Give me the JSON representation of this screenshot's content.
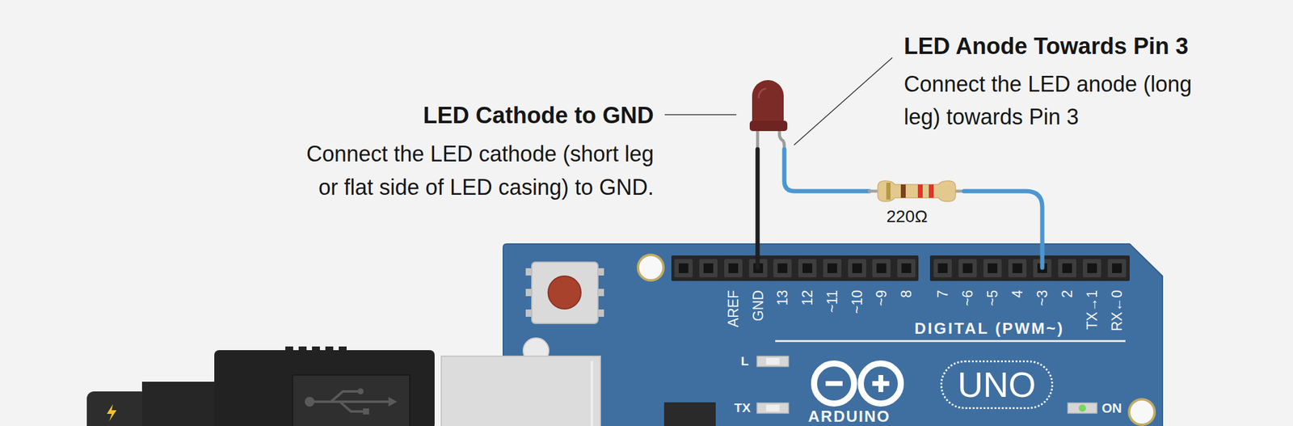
{
  "diagram": {
    "nodes": [
      {
        "text": [
          "AREF",
          "GND",
          "13",
          "12",
          "~11",
          "~10",
          "~9",
          "8",
          "7",
          "~6",
          "~5",
          "4",
          "~3",
          "2",
          "TX→1",
          "RX←0",
          "DIGITAL (PWM~)",
          "L",
          "TX",
          "ON",
          "ARDUINO"
        ]
      },
      {
        "text": [
          "UNO"
        ],
        "in": 0
      }
    ],
    "labels": [
      "LED Cathode to GND",
      "Connect the LED cathode (short leg or flat side of LED casing) to GND.",
      "LED Anode Towards Pin 3",
      "Connect the LED anode (long leg) towards Pin 3",
      "220Ω"
    ]
  }
}
